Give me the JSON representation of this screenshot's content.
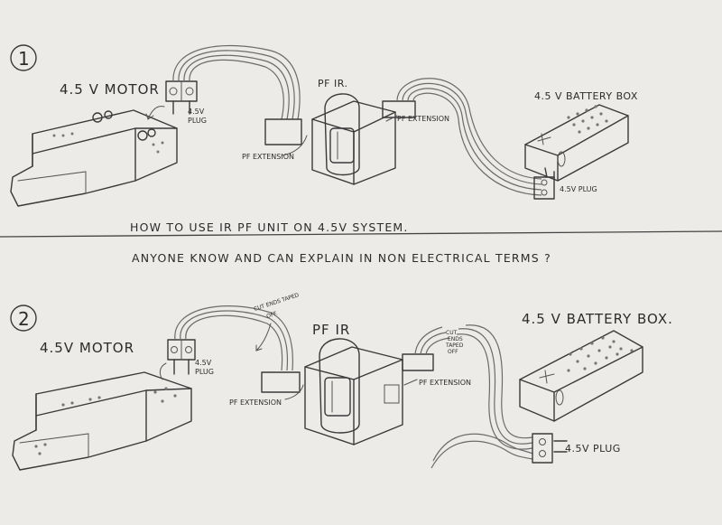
{
  "diagram1": {
    "number": "1",
    "motor_label": "4.5 V MOTOR",
    "plug_label_line1": "4.5V",
    "plug_label_line2": "PLUG",
    "pf_ir_label": "PF IR.",
    "ext_left_label": "PF EXTENSION",
    "ext_right_label": "PF EXTENSION",
    "battery_label": "4.5 V BATTERY BOX",
    "battery_plug_label": "4.5V PLUG"
  },
  "question": {
    "line1": "HOW TO USE IR PF UNIT ON 4.5V SYSTEM.",
    "line2": "ANYONE KNOW AND CAN EXPLAIN IN NON ELECTRICAL TERMS ?"
  },
  "diagram2": {
    "number": "2",
    "motor_label": "4.5V MOTOR",
    "plug_label_line1": "4.5V",
    "plug_label_line2": "PLUG",
    "cut_note_line1": "CUT ENDS TAPED",
    "cut_note_line2": "OFF.",
    "pf_ir_label": "PF IR",
    "ext_left_label": "PF EXTENSION",
    "ext_right_label": "PF EXTENSION",
    "cut_note_right_line1": "CUT",
    "cut_note_right_line2": "ENDS",
    "cut_note_right_line3": "TAPED",
    "cut_note_right_line4": "OFF",
    "battery_label": "4.5 V BATTERY BOX.",
    "battery_plug_label": "4.5V PLUG"
  }
}
